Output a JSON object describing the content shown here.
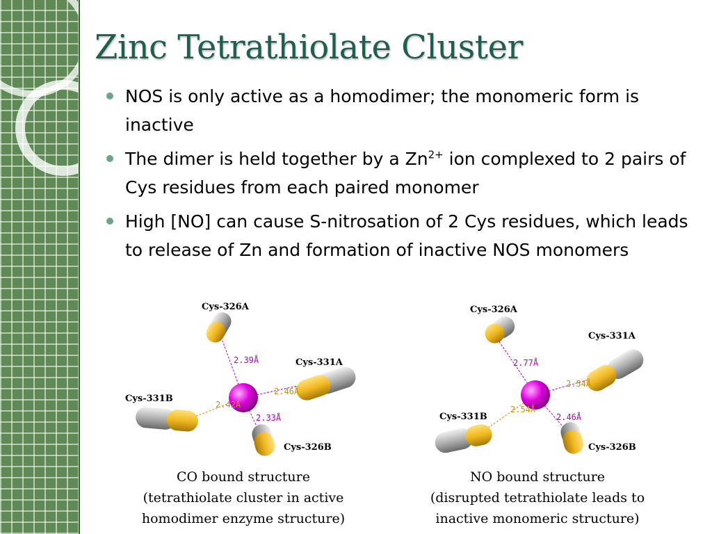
{
  "slide": {
    "title": "Zinc Tetrathiolate Cluster",
    "bullets": [
      {
        "text": "NOS is only active as a homodimer; the monomeric form is inactive"
      },
      {
        "pre": "The dimer is held together by a Zn",
        "sup": "2+",
        "post": " ion complexed to 2 pairs of Cys residues from each paired monomer"
      },
      {
        "text": "High [NO] can cause S-nitrosation of 2 Cys residues, which leads to release of Zn and formation of inactive NOS monomers"
      }
    ]
  },
  "figures": {
    "co": {
      "labels": {
        "cys326a": "Cys-326A",
        "cys331a": "Cys-331A",
        "cys331b": "Cys-331B",
        "cys326b": "Cys-326B"
      },
      "distances": {
        "d326a": "2.39Å",
        "d331a": "2.46Å",
        "d331b": "2.42Å",
        "d326b": "2.33Å"
      },
      "caption": [
        "CO bound structure",
        "(tetrathiolate cluster in active",
        "homodimer enzyme structure)"
      ]
    },
    "no": {
      "labels": {
        "cys326a": "Cys-326A",
        "cys331a": "Cys-331A",
        "cys331b": "Cys-331B",
        "cys326b": "Cys-326B"
      },
      "distances": {
        "d326a": "2.77Å",
        "d331a": "2.54Å",
        "d331b": "2.54Å",
        "d326b": "2.46Å"
      },
      "caption": [
        "NO bound structure",
        "(disrupted tetrathiolate leads to",
        "inactive monomeric structure)"
      ]
    }
  },
  "colors": {
    "zinc": "#e000e0",
    "sulfur": "#f0b820",
    "carbon": "#a8a8a8",
    "distance_purple": "#b000c8",
    "distance_gold": "#c89010",
    "title": "#1f5f4f",
    "sidebar": "#5f8a55",
    "bullet": "#6aa68a"
  }
}
